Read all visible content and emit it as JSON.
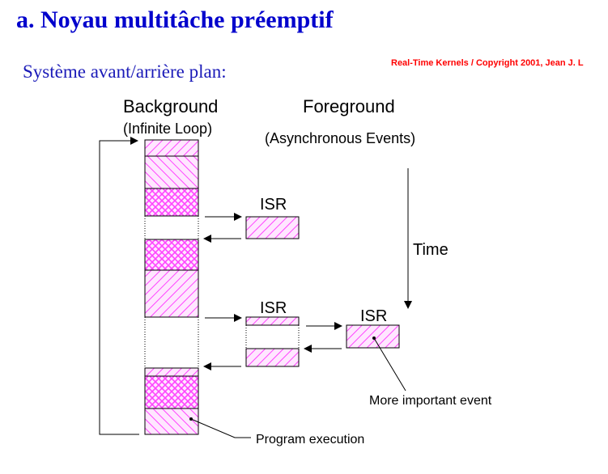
{
  "header": {
    "title": "a. Noyau multitâche préemptif",
    "subtitle": "Système avant/arrière plan:",
    "copyright": "Real-Time Kernels / Copyright 2001, Jean J. L"
  },
  "diagram": {
    "background_label": "Background",
    "background_sublabel": "(Infinite Loop)",
    "foreground_label": "Foreground",
    "foreground_sublabel": "(Asynchronous Events)",
    "isr_label_1": "ISR",
    "isr_label_2": "ISR",
    "isr_label_3": "ISR",
    "time_label": "Time",
    "more_important_label": "More important event",
    "program_execution_label": "Program execution",
    "colors": {
      "hatch": "#ff44ff",
      "fill": "#ffe6ff",
      "stroke": "#000000"
    }
  }
}
